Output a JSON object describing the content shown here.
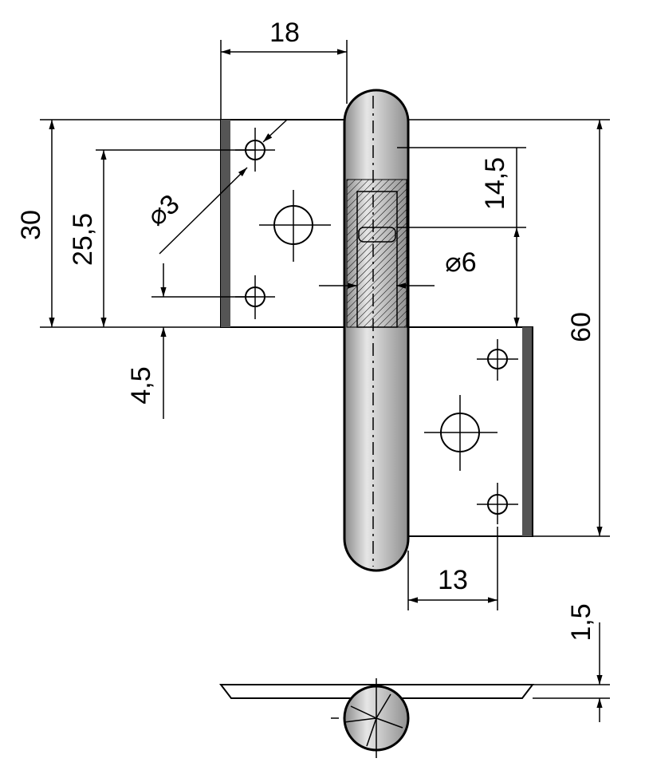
{
  "drawing": {
    "dimensions": {
      "leaf_width": "18",
      "leaf_height": "30",
      "hole_spacing": "25,5",
      "hole_edge_offset": "4,5",
      "small_hole_diameter": "⌀3",
      "bore_depth": "14,5",
      "pin_diameter": "⌀6",
      "total_height": "60",
      "hole_center_offset": "13",
      "plate_thickness": "1,5"
    },
    "colors": {
      "leaf": "#cdcdcd",
      "pin": "#b8b8b8",
      "outline": "#000000"
    }
  }
}
